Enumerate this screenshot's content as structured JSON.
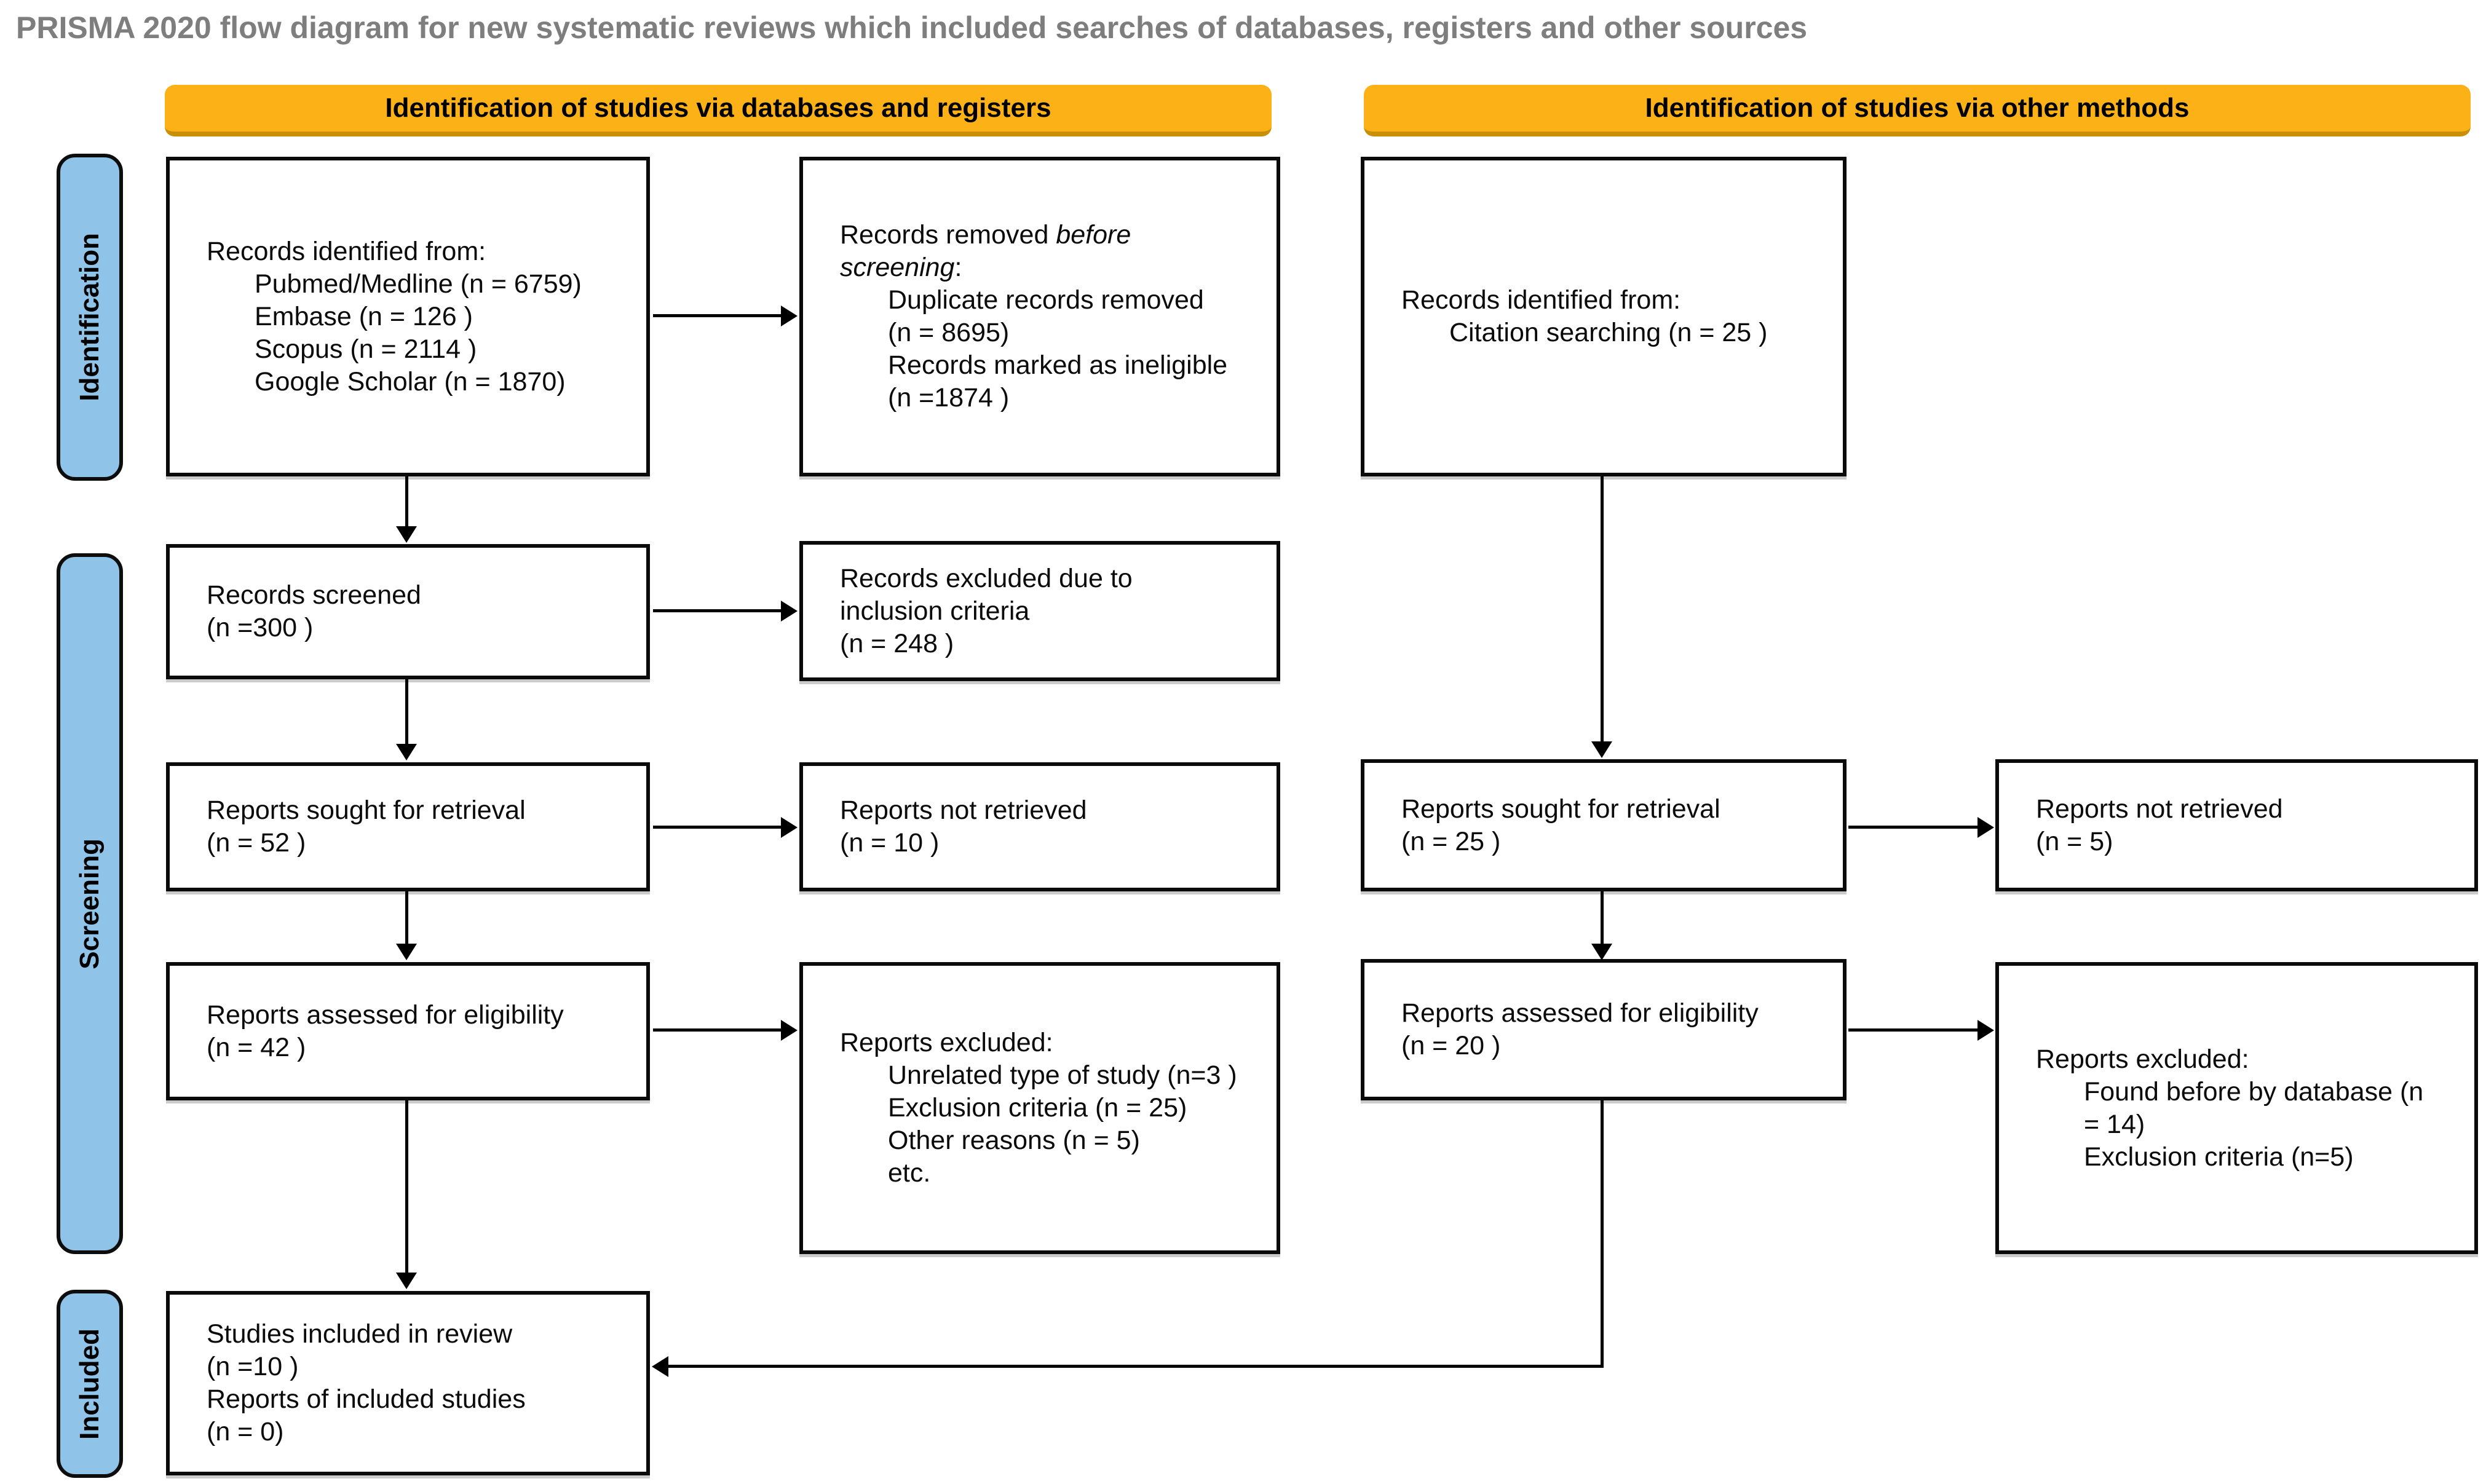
{
  "title": "PRISMA 2020 flow diagram for new systematic reviews which included searches of databases, registers and other sources",
  "headers": {
    "databases": "Identification of studies via databases and registers",
    "other_methods": "Identification of studies via other methods"
  },
  "sidebar": {
    "identification": "Identification",
    "screening": "Screening",
    "included": "Included"
  },
  "colors": {
    "header_bg": "#FCB216",
    "header_edge": "#C98F07",
    "sidebar_bg": "#8FC3E8",
    "title_color": "#7E7E7E",
    "line_color": "#000000",
    "box_border": "#0A0A0A"
  },
  "boxes": {
    "records_identified_db": {
      "title": "Records identified from:",
      "items": [
        "Pubmed/Medline (n = 6759)",
        "Embase (n = 126 )",
        "Scopus (n = 2114 )",
        "Google Scholar (n = 1870)"
      ]
    },
    "records_removed": {
      "l1a": "Records removed ",
      "l1b": "before",
      "l2a": "screening",
      "l2b": ":",
      "items": [
        "Duplicate records removed",
        "(n = 8695)",
        "Records marked as ineligible",
        "(n =1874 )"
      ]
    },
    "records_identified_other": {
      "title": "Records identified from:",
      "items": [
        "Citation searching (n = 25 )"
      ]
    },
    "records_screened": {
      "lines": [
        "Records screened",
        "(n =300 )"
      ]
    },
    "records_excluded": {
      "lines": [
        "Records excluded due to",
        "inclusion criteria",
        "(n = 248 )"
      ]
    },
    "reports_sought_left": {
      "lines": [
        "Reports sought for retrieval",
        "(n = 52 )"
      ]
    },
    "reports_not_retrieved_left": {
      "lines": [
        "Reports not retrieved",
        "(n = 10 )"
      ]
    },
    "reports_sought_right": {
      "lines": [
        "Reports sought for retrieval",
        "(n = 25 )"
      ]
    },
    "reports_not_retrieved_right": {
      "lines": [
        "Reports not retrieved",
        "(n = 5)"
      ]
    },
    "reports_assessed_left": {
      "lines": [
        "Reports assessed for eligibility",
        "(n = 42 )"
      ]
    },
    "reports_excluded_left": {
      "title": "Reports excluded:",
      "items": [
        "Unrelated type of study (n=3 )",
        "Exclusion criteria (n = 25)",
        "Other reasons (n = 5)",
        "etc."
      ]
    },
    "reports_assessed_right": {
      "lines": [
        "Reports assessed for eligibility",
        "(n = 20 )"
      ]
    },
    "reports_excluded_right": {
      "title": "Reports excluded:",
      "items": [
        "Found before by database (n",
        "= 14)",
        "Exclusion criteria (n=5)"
      ]
    },
    "studies_included": {
      "lines": [
        "Studies included in review",
        "(n =10 )",
        "Reports of included studies",
        "(n = 0)"
      ]
    }
  }
}
